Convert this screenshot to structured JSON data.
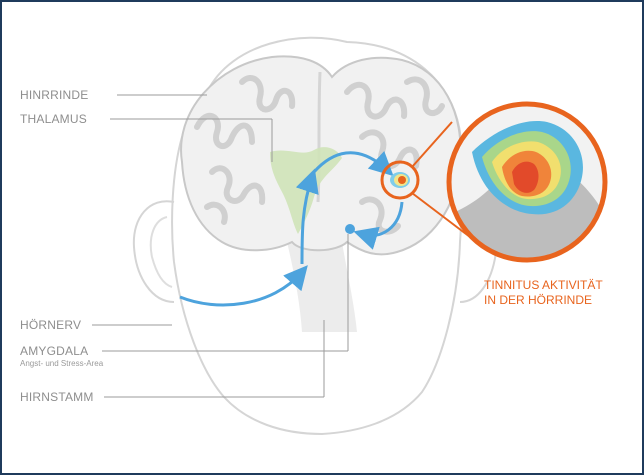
{
  "labels": {
    "hinrrinde": "HINRRINDE",
    "thalamus": "THALAMUS",
    "hoernerv": "HÖRNERV",
    "amygdala": "AMYGDALA",
    "amygdala_sub": "Angst- und Stress-Area",
    "hirnstamm": "HIRNSTAMM"
  },
  "callout": {
    "line1": "TINNITUS AKTIVITÄT",
    "line2": "IN DER HÖRRINDE"
  },
  "colors": {
    "frame": "#1f3b5c",
    "brain_outline": "#c8c8c8",
    "nerve_path": "#4da3dd",
    "callout_ring": "#e8641e",
    "label_text": "#8e8e8e",
    "thalamus_fill": "#cfe3b8"
  }
}
